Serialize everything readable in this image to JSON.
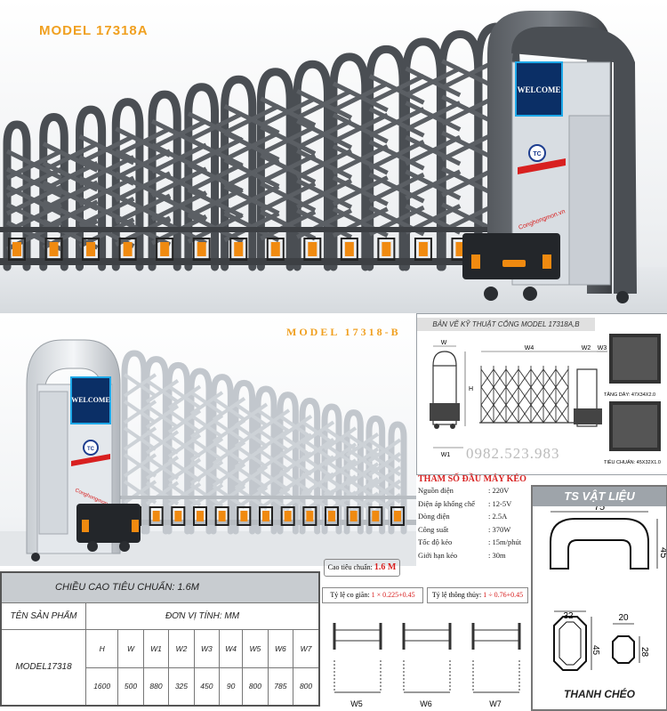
{
  "model_a": {
    "title": "MODEL 17318A"
  },
  "model_b": {
    "title": "MODEL 17318-B"
  },
  "gate_sign": {
    "text": "WELCOME",
    "logo": "TC",
    "site": "Conghongmon.vn"
  },
  "drawing": {
    "title": "BẢN VẼ KỸ THUẬT CỔNG MODEL 17318A,B",
    "dims": [
      "W",
      "H",
      "W1",
      "W4",
      "W2",
      "W3"
    ],
    "profile_1": "TĂNG DÂY: 47X34X2.0",
    "profile_2": "TIÊU CHUẨN: 45X32X1.0",
    "phone": "0982.523.983"
  },
  "motor_params": {
    "title": "THAM SỐ ĐẦU MÁY KÉO",
    "rows": [
      {
        "label": "Nguồn điện",
        "value": ": 220V"
      },
      {
        "label": "Điện áp khống chế",
        "value": ": 12-5V"
      },
      {
        "label": "Dòng điện",
        "value": ": 2.5A"
      },
      {
        "label": "Công suất",
        "value": ": 370W"
      },
      {
        "label": "Tốc độ kéo",
        "value": ": 15m/phút"
      },
      {
        "label": "Giới hạn kéo",
        "value": ": 30m"
      }
    ]
  },
  "material": {
    "title": "TS VẬT LIỆU",
    "top_dims": {
      "width": "75",
      "height": "45"
    },
    "bottom_left": {
      "width": "32",
      "height": "45"
    },
    "bottom_right": {
      "width": "20",
      "height": "28"
    },
    "label": "THANH CHÉO"
  },
  "standard_height": {
    "label": "Cao tiêu chuẩn:",
    "value": "1.6 M"
  },
  "ratios": [
    {
      "label": "Tỷ lệ co giãn:",
      "value": "1 × 0.225+0.45"
    },
    {
      "label": "Tỷ lệ thông thủy:",
      "value": "1 ÷ 0.76+0.45"
    }
  ],
  "extension_labels": [
    "W5",
    "W6",
    "W7"
  ],
  "spec_table": {
    "height_row": "CHIỀU CAO TIÊU CHUẨN:  1.6M",
    "product_header": "TÊN SẢN PHẨM",
    "unit_header": "ĐƠN VỊ TÍNH: MM",
    "model": "MODEL17318",
    "columns": [
      "H",
      "W",
      "W1",
      "W2",
      "W3",
      "W4",
      "W5",
      "W6",
      "W7"
    ],
    "values": [
      "1600",
      "500",
      "880",
      "325",
      "450",
      "90",
      "800",
      "785",
      "800"
    ]
  }
}
